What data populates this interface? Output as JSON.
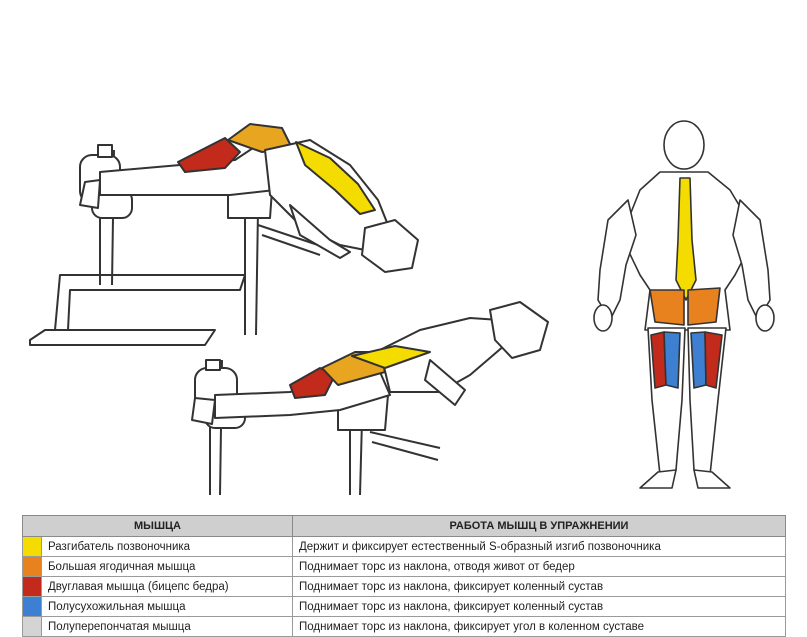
{
  "table": {
    "headers": {
      "muscle": "МЫШЦА",
      "work": "РАБОТА МЫШЦ В УПРАЖНЕНИИ"
    },
    "rows": [
      {
        "color": "#f5dc00",
        "muscle": "Разгибатель позвоночника",
        "work": "Держит и фиксирует естественный S-образный изгиб позвоночника"
      },
      {
        "color": "#e7821e",
        "muscle": "Большая ягодичная мышца",
        "work": "Поднимает торс из наклона, отводя живот от бедер"
      },
      {
        "color": "#c22a1c",
        "muscle": "Двуглавая мышца (бицепс бедра)",
        "work": "Поднимает торс из наклона, фиксирует коленный сустав"
      },
      {
        "color": "#3d7fd0",
        "muscle": "Полусухожильная мышца",
        "work": "Поднимает торс из наклона, фиксирует коленный сустав"
      },
      {
        "color": "#d4d4d4",
        "muscle": "Полуперепончатая мышца",
        "work": "Поднимает торс из наклона, фиксирует угол в коленном суставе"
      }
    ]
  },
  "colors": {
    "yellow": "#f5dc00",
    "orange": "#e7821e",
    "red": "#c22a1c",
    "blue": "#3d7fd0",
    "outline": "#333333"
  }
}
